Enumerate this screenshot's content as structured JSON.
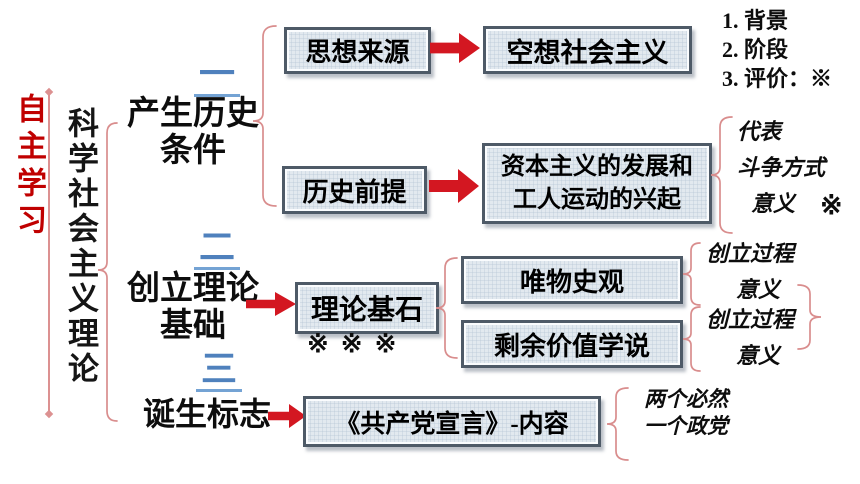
{
  "study_mode": "自主学习",
  "root_title": "科学社会主义理论",
  "branches": [
    {
      "number": "一",
      "title": "产生历史条件"
    },
    {
      "number": "二",
      "title": "创立理论基础"
    },
    {
      "number": "三",
      "title": "诞生标志"
    }
  ],
  "nodes": {
    "thought_source": "思想来源",
    "utopian_socialism": "空想社会主义",
    "historical_premise": "历史前提",
    "capitalism_workers": "资本主义的发展和工人运动的兴起",
    "cornerstone": "理论基石",
    "cornerstone_marks": "※※※",
    "materialism": "唯物史观",
    "surplus_value": "剩余价值学说",
    "manifesto": "《共产党宣言》-内容"
  },
  "annotations": {
    "utopian_points": [
      "1. 背景",
      "2. 阶段",
      "3. 评价：※"
    ],
    "workers_points": [
      "代表",
      "斗争方式",
      "意义"
    ],
    "workers_mark": "※",
    "materialism_points": [
      "创立过程",
      "意义"
    ],
    "surplus_points": [
      "创立过程",
      "意义"
    ],
    "manifesto_points": [
      "两个必然",
      "一个政党"
    ]
  },
  "colors": {
    "accent_red": "#c00000",
    "arrow_red": "#d31721",
    "brace_pink": "#d98d8d",
    "number_blue": "#4f81bd",
    "box_fill": "#e2e9ef",
    "box_border": "#4e5a67"
  }
}
